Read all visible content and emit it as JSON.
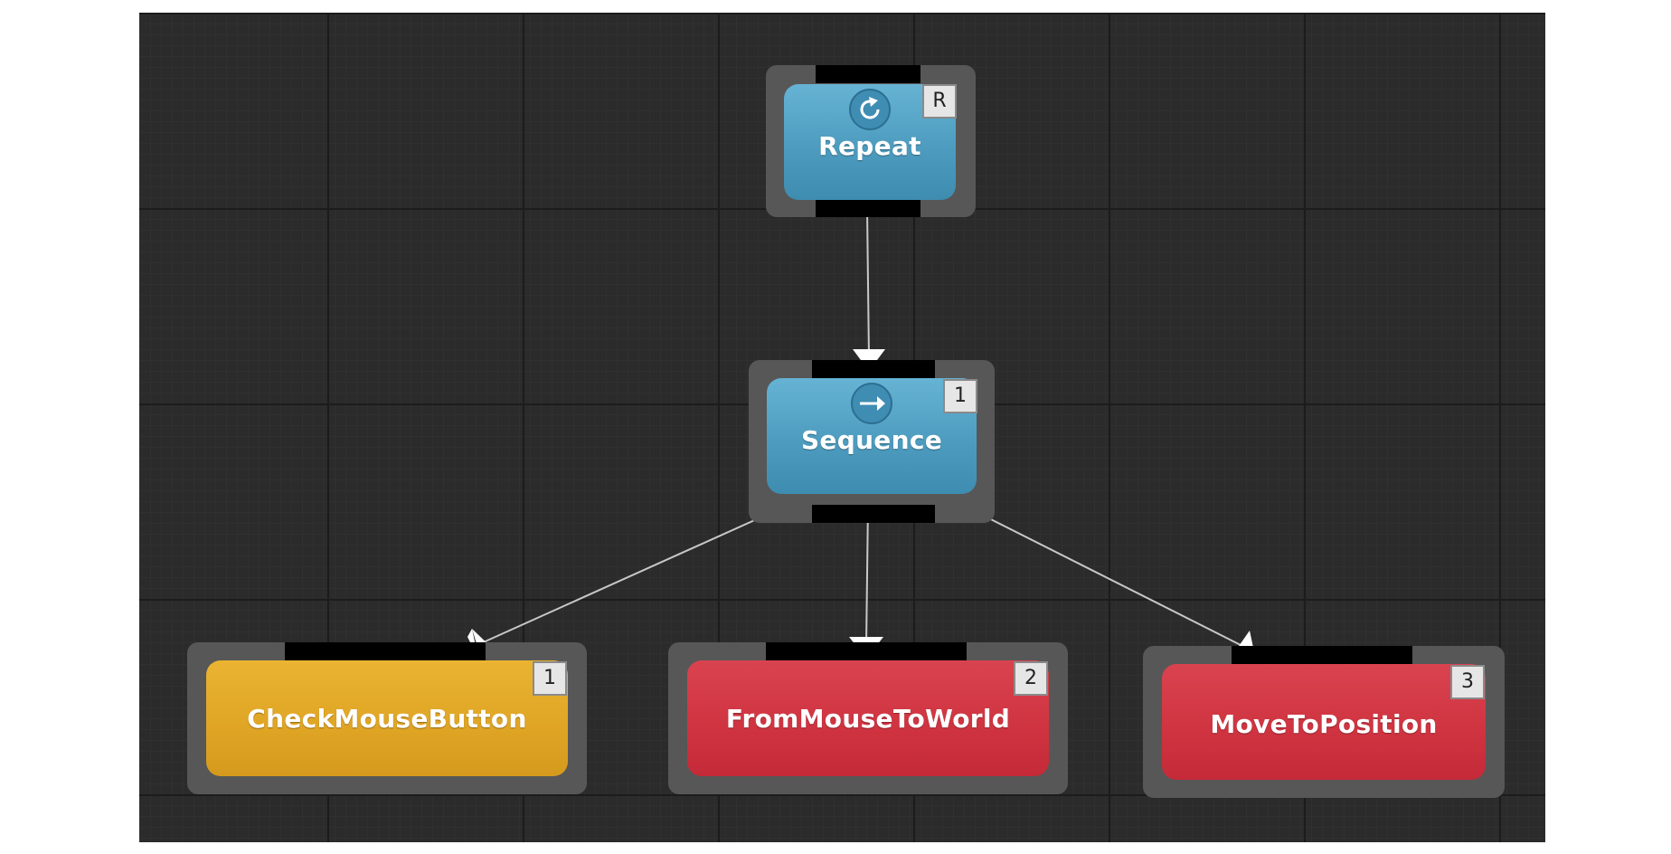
{
  "colors": {
    "composite": "#4d9cbf",
    "condition": "#dfa424",
    "action": "#cf3340",
    "edge": "#c8c8c8",
    "canvas": "#2b2b2b"
  },
  "nodes": {
    "repeat": {
      "label": "Repeat",
      "badge": "R",
      "icon": "repeat-icon",
      "type": "composite"
    },
    "sequence": {
      "label": "Sequence",
      "badge": "1",
      "icon": "sequence-arrow-icon",
      "type": "composite"
    },
    "check_mouse_button": {
      "label": "CheckMouseButton",
      "badge": "1",
      "type": "condition"
    },
    "from_mouse_to_world": {
      "label": "FromMouseToWorld",
      "badge": "2",
      "type": "action"
    },
    "move_to_position": {
      "label": "MoveToPosition",
      "badge": "3",
      "type": "action"
    }
  },
  "edges": [
    {
      "from": "Repeat",
      "to": "Sequence"
    },
    {
      "from": "Sequence",
      "to": "CheckMouseButton"
    },
    {
      "from": "Sequence",
      "to": "FromMouseToWorld"
    },
    {
      "from": "Sequence",
      "to": "MoveToPosition"
    }
  ]
}
